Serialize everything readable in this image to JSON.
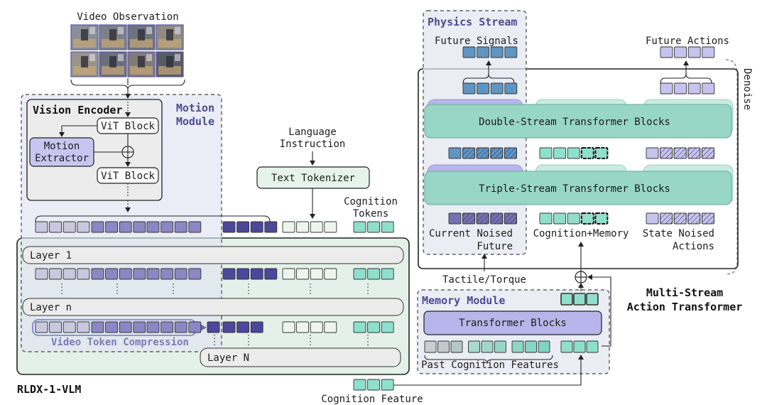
{
  "video": {
    "title": "Video Observation",
    "frames": 8
  },
  "motion_module": {
    "title_line1": "Motion",
    "title_line2": "Module",
    "vision_encoder": "Vision Encoder",
    "vit_block_top": "ViT Block",
    "vit_block_bottom": "ViT Block",
    "motion_extractor_line1": "Motion",
    "motion_extractor_line2": "Extractor"
  },
  "language": {
    "label_line1": "Language",
    "label_line2": "Instruction",
    "tokenizer": "Text Tokenizer"
  },
  "cognition_tokens": {
    "label_line1": "Cognition",
    "label_line2": "Tokens"
  },
  "vlm": {
    "name": "RLDX-1-VLM",
    "layer_1": "Layer 1",
    "layer_n": "Layer n",
    "layer_N": "Layer N",
    "compression_label": "Video Token Compression"
  },
  "physics_stream": {
    "title": "Physics Stream",
    "future_signals": "Future Signals",
    "current_line1": "Current Noised",
    "current_line2": "Future"
  },
  "action_transformer": {
    "name_line1": "Multi-Stream",
    "name_line2": "Action Transformer",
    "future_actions": "Future Actions",
    "denoise": "Denoise",
    "double_stream": "Double-Stream Transformer Blocks",
    "triple_stream": "Triple-Stream Transformer Blocks",
    "cognition_memory": "Cognition+Memory",
    "state_line1": "State Noised",
    "state_line2": "Actions",
    "tactile": "Tactile/Torque"
  },
  "memory_module": {
    "title": "Memory Module",
    "transformer_blocks": "Transformer Blocks",
    "past_features": "Past Cognition Features"
  },
  "cognition_feature": "Cognition Feature",
  "colors": {
    "video_token": "#c9c8de",
    "motion_token": "#8a87c4",
    "compressed_token": "#4b479a",
    "text_token": "#eef5ef",
    "cognition_token": "#8fdfcd",
    "physics_token": "#5f95c2",
    "action_token": "#c6c3ef",
    "vlm_bg": "#e4f1ea",
    "block_green": "#98d6c6",
    "block_purple": "#b8b5ea",
    "title_purple": "#4c4a92"
  }
}
